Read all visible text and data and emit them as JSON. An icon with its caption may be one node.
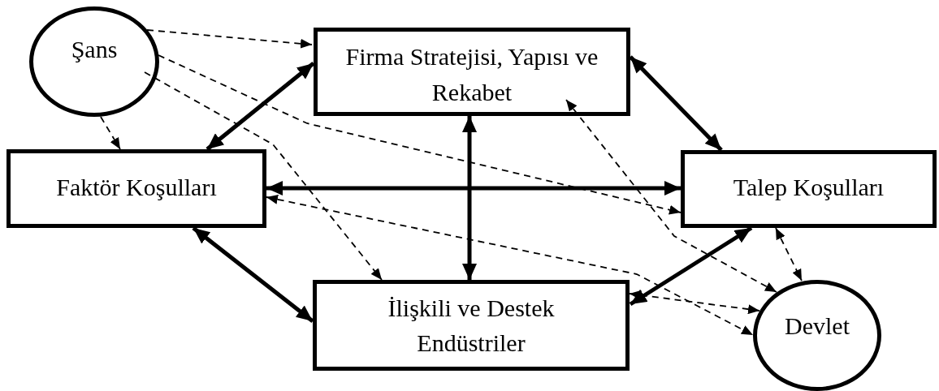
{
  "diagram": {
    "nodes": [
      {
        "text": [
          "Şans"
        ]
      },
      {
        "text": [
          "Firma Stratejisi, Yapısı ve Rekabet"
        ]
      },
      {
        "text": [
          "Faktör Koşulları"
        ]
      },
      {
        "text": [
          "Talep Koşulları"
        ]
      },
      {
        "text": [
          "İlişkili ve Destek Endüstriler"
        ]
      },
      {
        "text": [
          "Devlet"
        ]
      }
    ],
    "edges": [
      {
        "from": 0,
        "to": 1,
        "arrow": "to",
        "style": "dashed"
      },
      {
        "from": 0,
        "to": 3,
        "arrow": "to",
        "style": "dashed"
      },
      {
        "from": 0,
        "to": 2,
        "arrow": "to",
        "style": "dashed"
      },
      {
        "from": 0,
        "to": 4,
        "arrow": "to",
        "style": "dashed"
      },
      {
        "from": 1,
        "to": 3,
        "arrow": "both",
        "style": "thick"
      },
      {
        "from": 1,
        "to": 2,
        "arrow": "both",
        "style": "thick"
      },
      {
        "from": 2,
        "to": 3,
        "arrow": "both",
        "style": "thick"
      },
      {
        "from": 1,
        "to": 4,
        "arrow": "both",
        "style": "thick"
      },
      {
        "from": 2,
        "to": 4,
        "arrow": "both",
        "style": "thick"
      },
      {
        "from": 3,
        "to": 4,
        "arrow": "both",
        "style": "thick"
      },
      {
        "from": 2,
        "to": 5,
        "arrow": "both",
        "style": "dashed"
      },
      {
        "from": 4,
        "to": 5,
        "arrow": "both",
        "style": "dashed"
      },
      {
        "from": 1,
        "to": 5,
        "arrow": "both",
        "style": "dashed"
      },
      {
        "from": 3,
        "to": 5,
        "arrow": "both",
        "style": "dashed"
      }
    ]
  }
}
